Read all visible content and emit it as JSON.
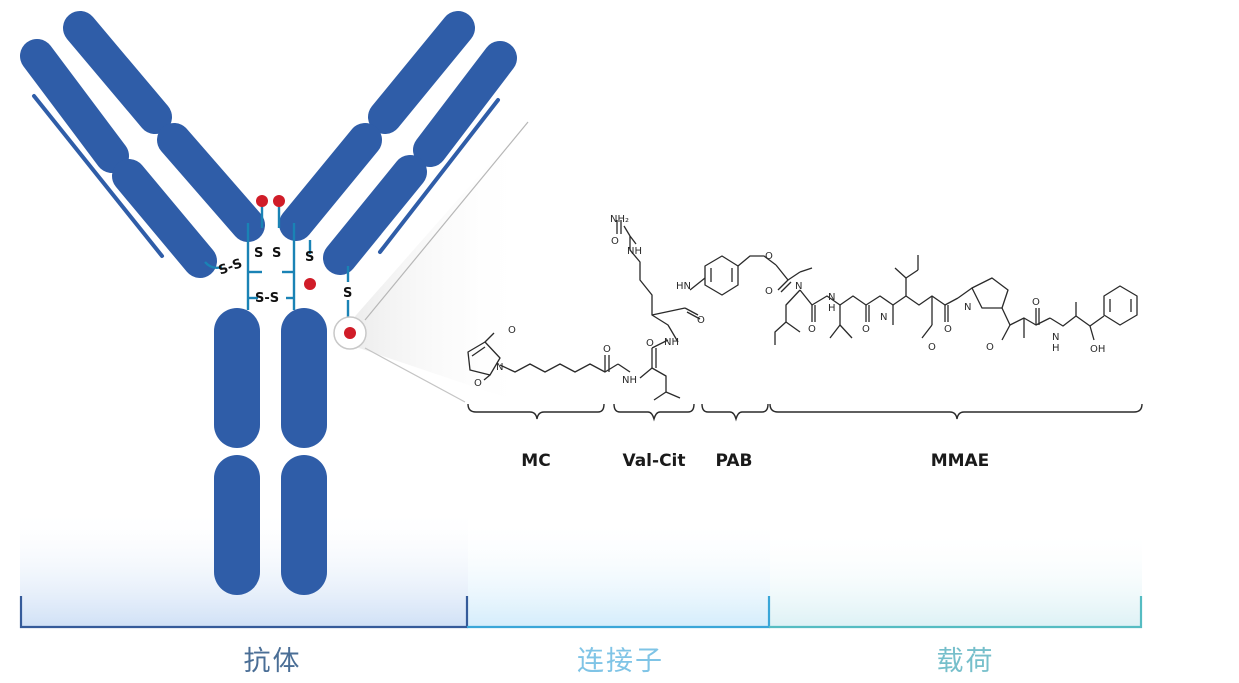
{
  "disulfide_labels": {
    "left_bridge": "S-S",
    "hinge_left": "S",
    "hinge_right": "S",
    "hinge_bridge": "S-S",
    "free_right": "S",
    "conjugation_site": "S"
  },
  "segments": {
    "mc": "MC",
    "val_cit": "Val-Cit",
    "pab": "PAB",
    "mmae": "MMAE"
  },
  "chemistry": {
    "nh2": "NH₂",
    "nh": "NH",
    "n": "N",
    "o": "O",
    "oh": "OH",
    "hn": "HN",
    "h": "H"
  },
  "categories": {
    "antibody": "抗体",
    "linker": "连接子",
    "payload": "载荷"
  },
  "colors": {
    "antibody_blue": "#2f5da8",
    "drug_red": "#d01c28",
    "disulfide_teal": "#1a83b5",
    "antibody_bracket": "#355b9a",
    "linker_bracket": "#3aa6d8",
    "payload_bracket": "#55bcc2",
    "antibody_text": "#4a6e96",
    "linker_text": "#7fc4e6",
    "payload_text": "#76bfcb"
  }
}
